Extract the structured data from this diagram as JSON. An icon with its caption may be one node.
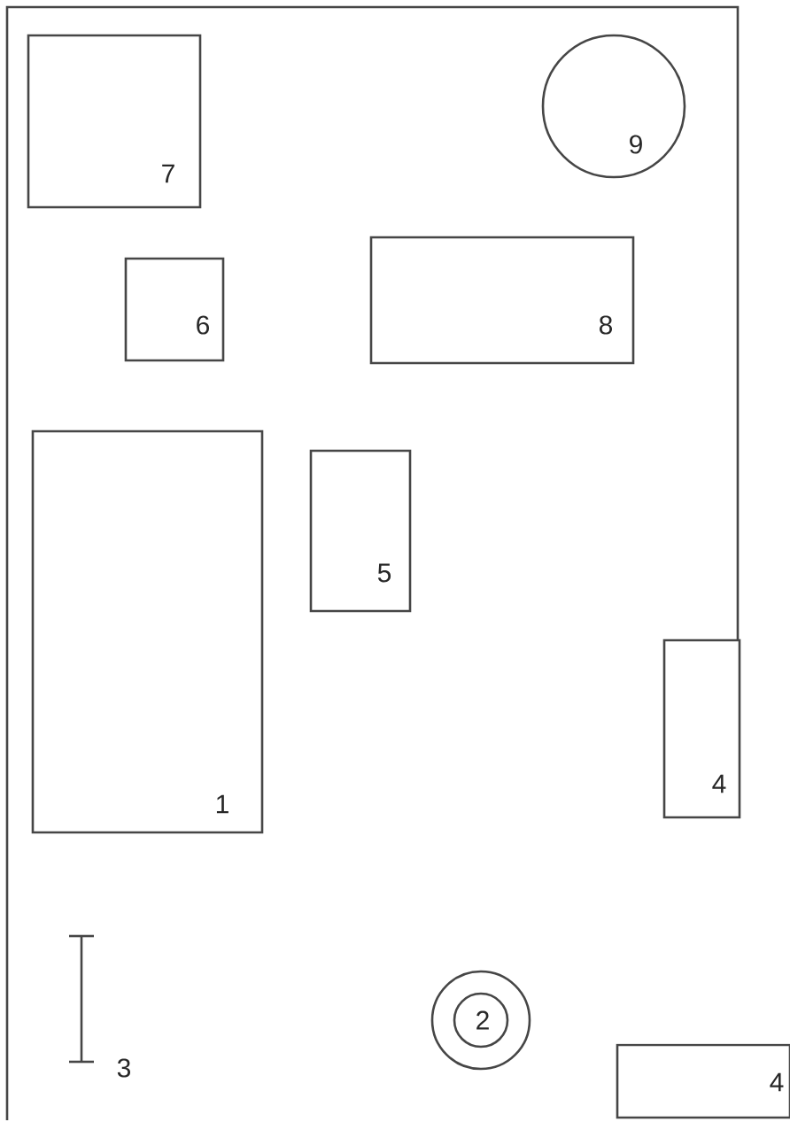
{
  "diagram": {
    "nodes": [
      {
        "text": [
          "7"
        ]
      },
      {
        "text": [
          "9"
        ]
      },
      {
        "text": [
          "6"
        ]
      },
      {
        "text": [
          "8"
        ]
      },
      {
        "text": [
          "1"
        ]
      },
      {
        "text": [
          "5"
        ]
      },
      {
        "text": [
          "4"
        ]
      },
      {
        "text": [
          "3"
        ]
      },
      {
        "text": [
          "2"
        ]
      },
      {
        "text": [
          "4"
        ]
      }
    ]
  }
}
